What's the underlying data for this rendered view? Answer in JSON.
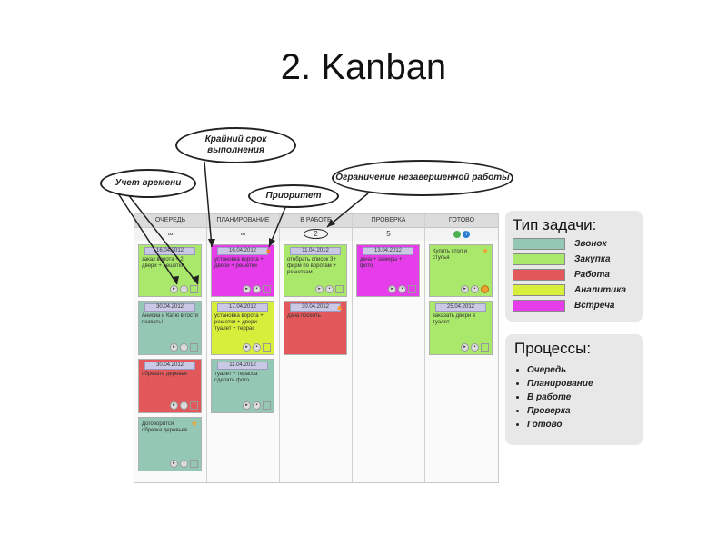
{
  "slide": {
    "title": "2. Kanban"
  },
  "columns": [
    {
      "title": "ОЧЕРЕДЬ",
      "limit": "∞"
    },
    {
      "title": "ПЛАНИРОВАНИЕ",
      "limit": "∞"
    },
    {
      "title": "В РАБОТЕ",
      "limit": "2"
    },
    {
      "title": "ПРОВЕРКА",
      "limit": "5"
    },
    {
      "title": "ГОТОВО",
      "limit": ""
    }
  ],
  "cards": {
    "q1": {
      "date": "16.04.2012",
      "text": "заказ ворота + 2 двери + решетки"
    },
    "q2": {
      "date": "30.04.2012",
      "text": "Анисиа и Катю в гости позвать!"
    },
    "q3": {
      "date": "30.04.2012",
      "text": "обрезать деревья"
    },
    "q4": {
      "date": "",
      "text": "Договорится обрезка деревьев"
    },
    "p1": {
      "date": "16.04.2012",
      "text": "установка ворота + двери + решетки"
    },
    "p2": {
      "date": "17.04.2012",
      "text": "установка ворота + решетки + двери туалет + террас"
    },
    "p3": {
      "date": "11.04.2012",
      "text": "туалет + терасса сделать фото"
    },
    "w1": {
      "date": "11.04.2012",
      "text": "отобрать список 3+ фирм по воротам + решеткам"
    },
    "w2": {
      "date": "30.04.2012",
      "text": "дача посеять"
    },
    "r1": {
      "date": "13.04.2012",
      "text": "дача + замеры + фото"
    },
    "d1": {
      "date": "",
      "text": "Купить стол и стулья"
    },
    "d2": {
      "date": "25.04.2012",
      "text": "заказать двери в туалет"
    }
  },
  "callouts": {
    "time": "Учет времени",
    "deadline": "Крайний срок выполнения",
    "priority": "Приоритет",
    "wip": "Ограничение незавершенной работы"
  },
  "legend": {
    "title": "Тип задачи:",
    "items": [
      {
        "label": "Звонок",
        "color": "#95c8b4"
      },
      {
        "label": "Закупка",
        "color": "#a9e86a"
      },
      {
        "label": "Работа",
        "color": "#e3585a"
      },
      {
        "label": "Аналитика",
        "color": "#d7ef3a"
      },
      {
        "label": "Встреча",
        "color": "#e43de9"
      }
    ]
  },
  "processes": {
    "title": "Процессы:",
    "items": [
      "Очередь",
      "Планирование",
      "В работе",
      "Проверка",
      "Готово"
    ]
  }
}
